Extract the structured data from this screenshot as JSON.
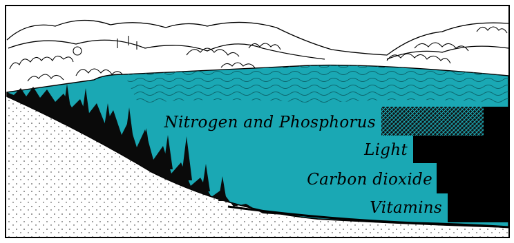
{
  "diagram": {
    "labels": [
      "Nitrogen and Phosphorus",
      "Light",
      "Carbon dioxide",
      "Vitamins"
    ],
    "colors": {
      "water": "#1aa8b4",
      "ink": "#000000",
      "paper": "#ffffff"
    }
  }
}
